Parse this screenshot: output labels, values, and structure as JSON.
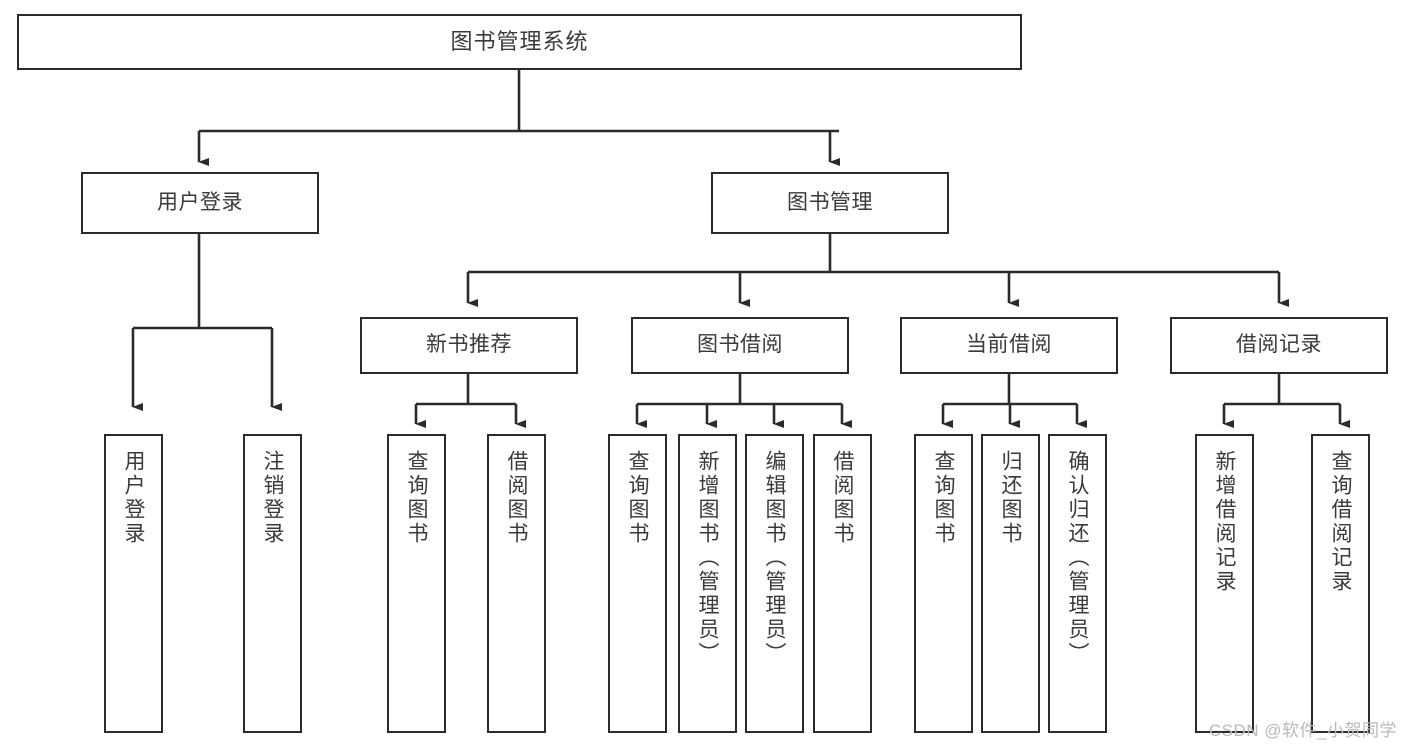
{
  "diagram": {
    "type": "tree-hierarchy",
    "title": "图书管理系统",
    "watermark": "CSDN @软件_小贺同学",
    "colors": {
      "box_border": "#2b2b2b",
      "box_fill": "#ffffff",
      "text": "#3a3a3a",
      "connector": "#2b2b2b",
      "watermark": "#b9b9b9",
      "background": "#ffffff"
    },
    "levels": {
      "root": {
        "label": "图书管理系统"
      },
      "level2": [
        {
          "label": "用户登录"
        },
        {
          "label": "图书管理"
        }
      ],
      "level3": [
        {
          "label": "新书推荐"
        },
        {
          "label": "图书借阅"
        },
        {
          "label": "当前借阅"
        },
        {
          "label": "借阅记录"
        }
      ],
      "leaves": {
        "user_login": [
          {
            "label": "用户登录"
          },
          {
            "label": "注销登录"
          }
        ],
        "new_book_recommend": [
          {
            "label": "查询图书"
          },
          {
            "label": "借阅图书"
          }
        ],
        "book_borrow": [
          {
            "label": "查询图书"
          },
          {
            "label": "新增图书（管理员）"
          },
          {
            "label": "编辑图书（管理员）"
          },
          {
            "label": "借阅图书"
          }
        ],
        "current_borrow": [
          {
            "label": "查询图书"
          },
          {
            "label": "归还图书"
          },
          {
            "label": "确认归还（管理员）"
          }
        ],
        "borrow_records": [
          {
            "label": "新增借阅记录"
          },
          {
            "label": "查询借阅记录"
          }
        ]
      }
    }
  }
}
